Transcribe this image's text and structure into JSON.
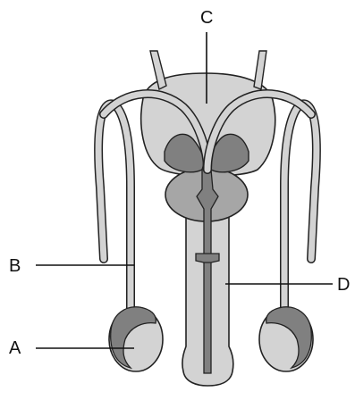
{
  "diagram": {
    "labels": {
      "a": "A",
      "b": "B",
      "c": "C",
      "d": "D"
    },
    "colors": {
      "outline": "#222222",
      "light_fill": "#d3d3d3",
      "medium_fill": "#a6a6a6",
      "dark_fill": "#808080",
      "label_line": "#111111",
      "background": "#ffffff"
    }
  }
}
